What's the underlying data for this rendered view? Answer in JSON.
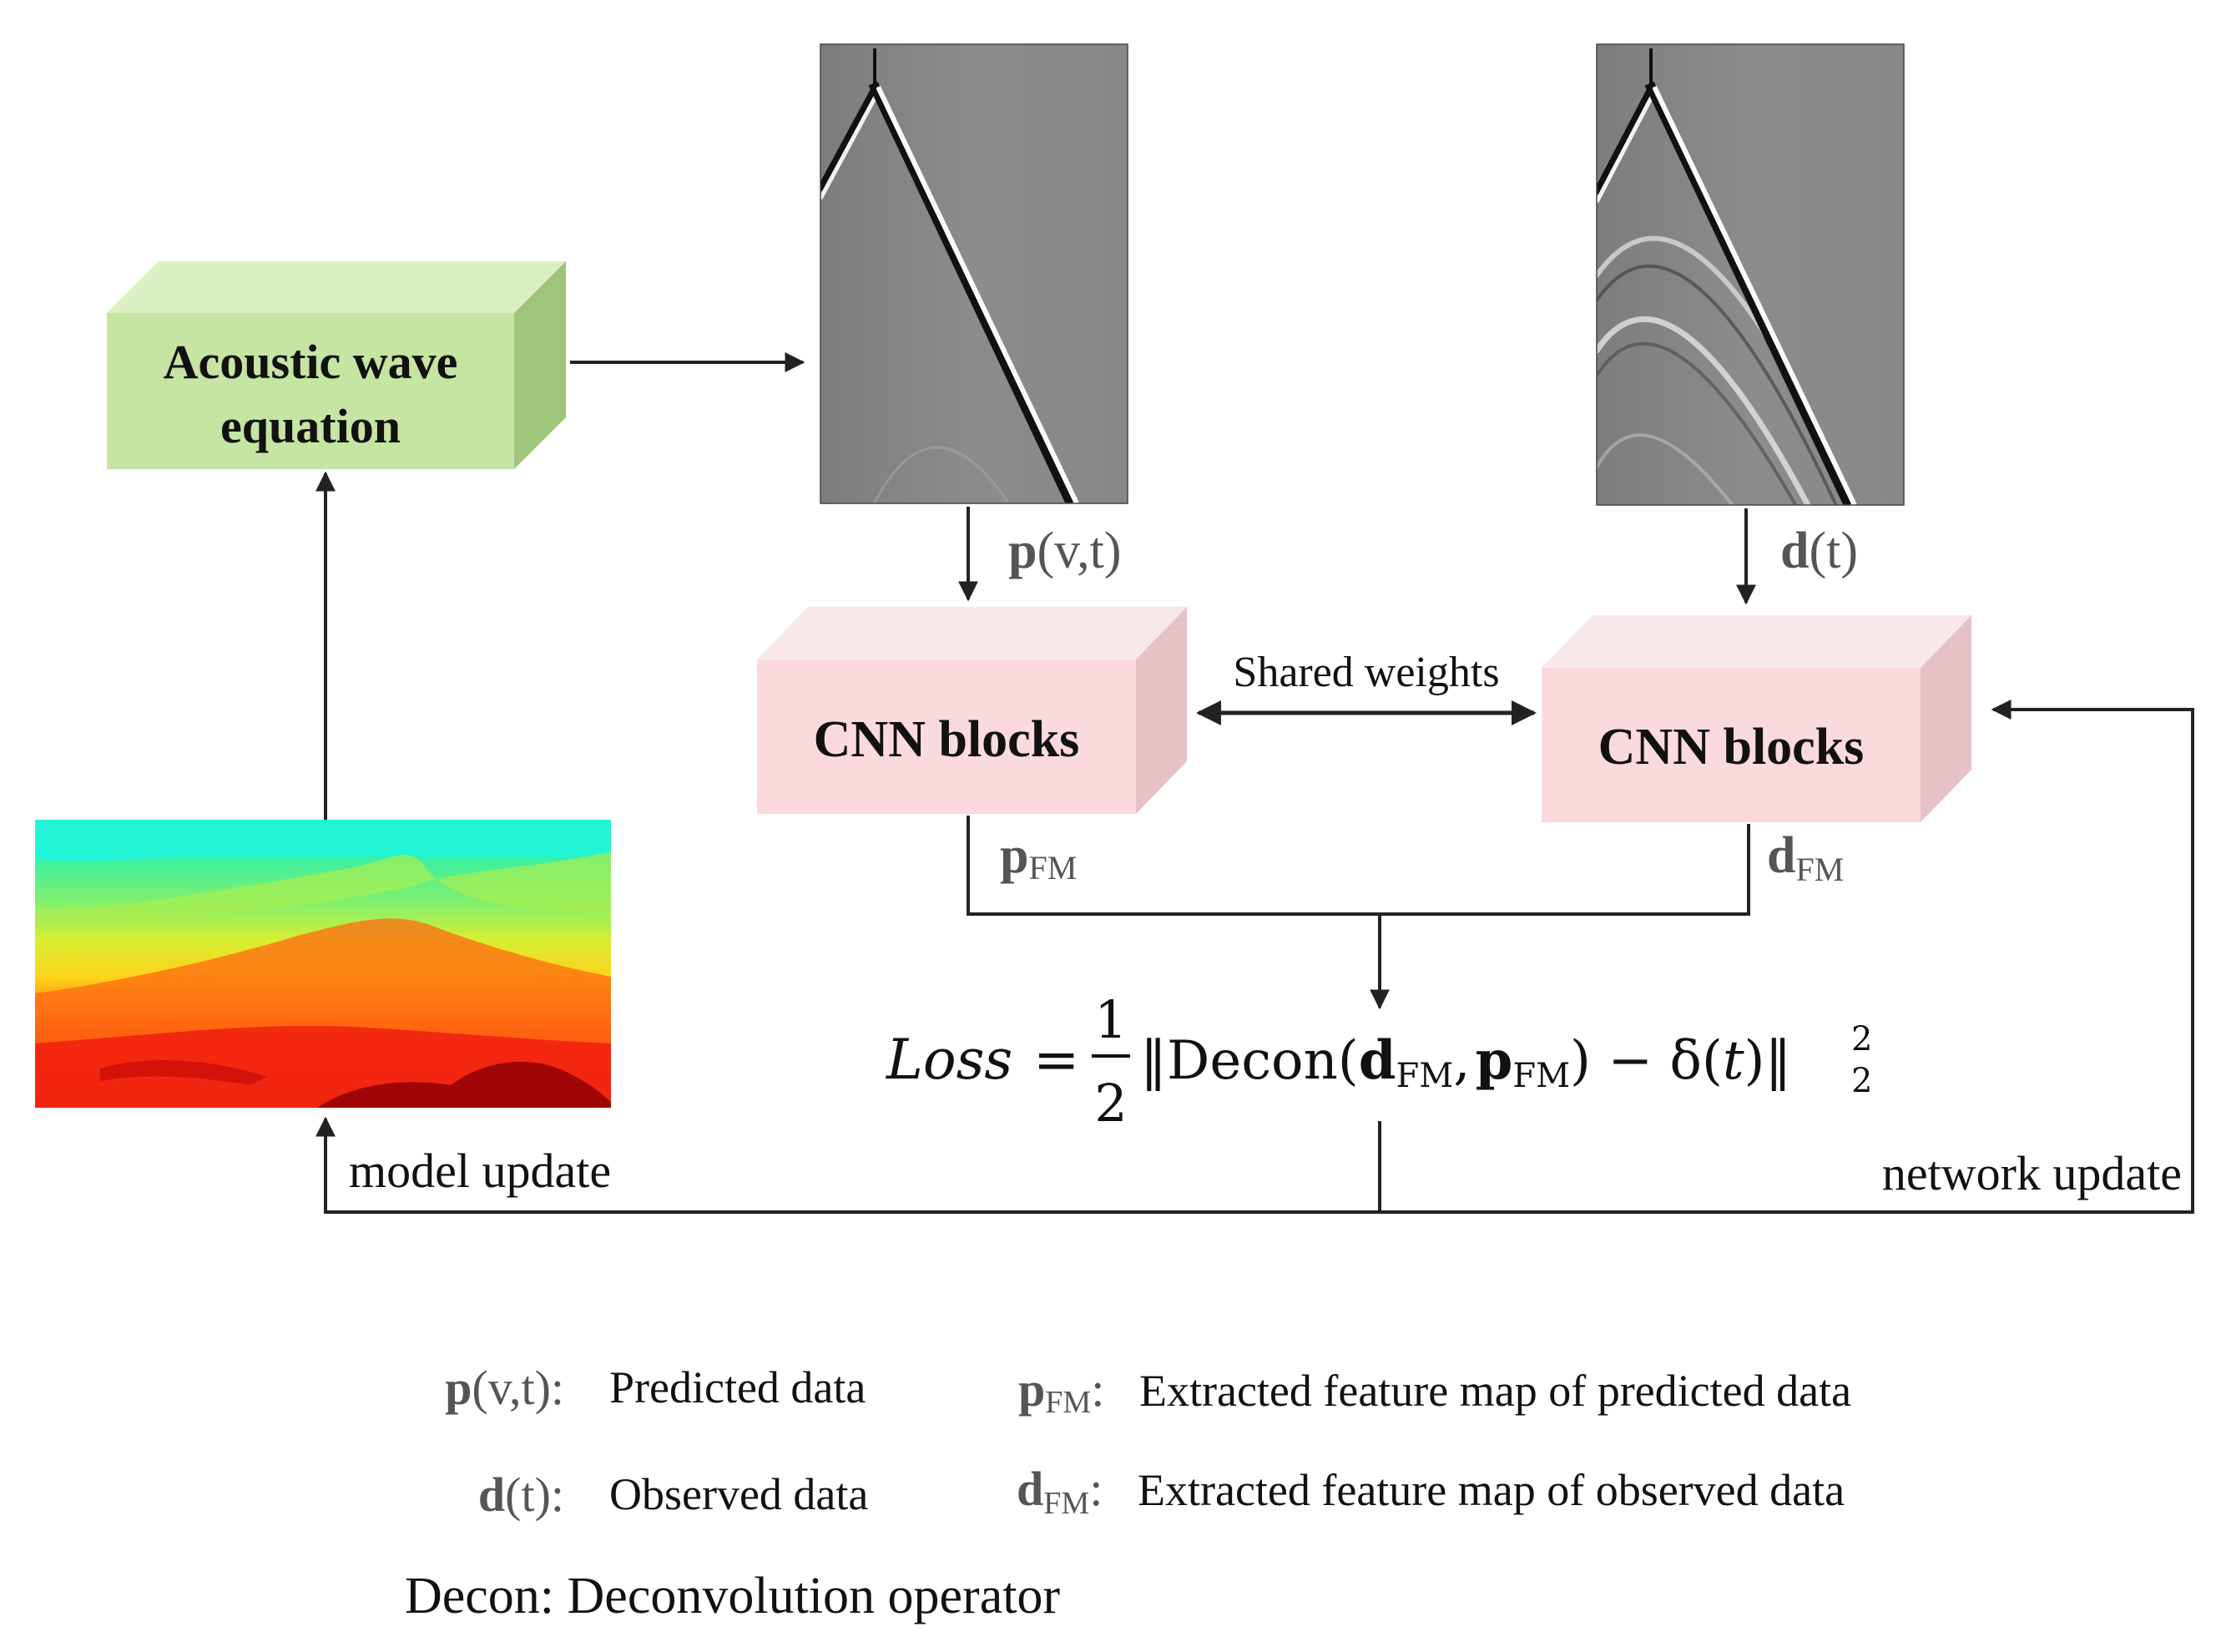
{
  "colors": {
    "green_front": "#c6e4a2",
    "green_top": "#daf0c2",
    "green_side": "#9fc47c",
    "pink_front": "#fadadd",
    "pink_top": "#f8e8ea",
    "pink_side": "#e4c2c6",
    "line": "#222222",
    "seismic_bg": "#8a8a8a"
  },
  "icons": {
    "arrow": "arrowhead",
    "velocity_model": "velocity-model-heatmap",
    "seismogram": "seismic-shot-gather"
  },
  "boxes": {
    "wave_equation": {
      "line1": "Acoustic wave",
      "line2": "equation"
    },
    "cnn_left": {
      "label": "CNN blocks"
    },
    "cnn_right": {
      "label": "CNN blocks"
    }
  },
  "labels": {
    "predicted": {
      "main": "p",
      "rest": "(v,t)"
    },
    "observed": {
      "main": "d",
      "rest": "(t)"
    },
    "p_fm": {
      "main": "p",
      "sub": "FM"
    },
    "d_fm": {
      "main": "d",
      "sub": "FM"
    },
    "shared_weights": "Shared weights",
    "model_update": "model update",
    "network_update": "network update"
  },
  "loss": {
    "lhs": "Loss",
    "eq": "=",
    "num": "1",
    "den": "2",
    "norm_open": "‖Decon(",
    "d": "d",
    "fm1": "FM",
    "comma": ",",
    "p": "p",
    "fm2": "FM",
    "minus": ") − δ(",
    "t": "t",
    "close": ")‖",
    "sup": "2",
    "sub": "2"
  },
  "legend": {
    "p_vt": {
      "main": "p",
      "rest": "(v,t):",
      "desc": "Predicted data"
    },
    "d_t": {
      "main": "d",
      "rest": "(t):",
      "desc": "Observed data"
    },
    "p_fm": {
      "main": "p",
      "sub": "FM",
      "colon": ":",
      "desc": "Extracted feature map of predicted data"
    },
    "d_fm": {
      "main": "d",
      "sub": "FM",
      "colon": ":",
      "desc": "Extracted feature map of observed data"
    },
    "decon": "Decon: Deconvolution operator"
  }
}
